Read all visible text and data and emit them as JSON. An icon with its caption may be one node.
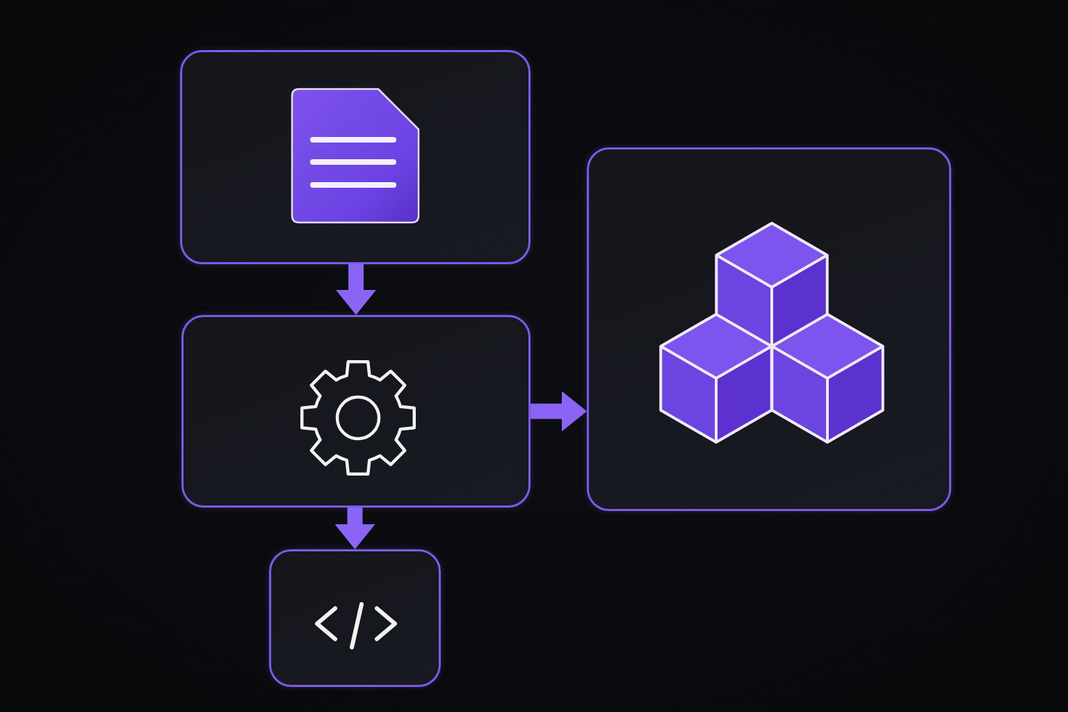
{
  "diagram": {
    "nodes": [
      {
        "text": [],
        "shape": "box"
      },
      {
        "text": [],
        "shape": "box"
      },
      {
        "text": [],
        "shape": "box"
      },
      {
        "text": [],
        "shape": "box"
      }
    ],
    "edges": [
      {
        "from": 0,
        "to": 1,
        "arrow": "to"
      },
      {
        "from": 1,
        "to": 3,
        "arrow": "to"
      },
      {
        "from": 1,
        "to": 2,
        "arrow": "to"
      }
    ]
  }
}
